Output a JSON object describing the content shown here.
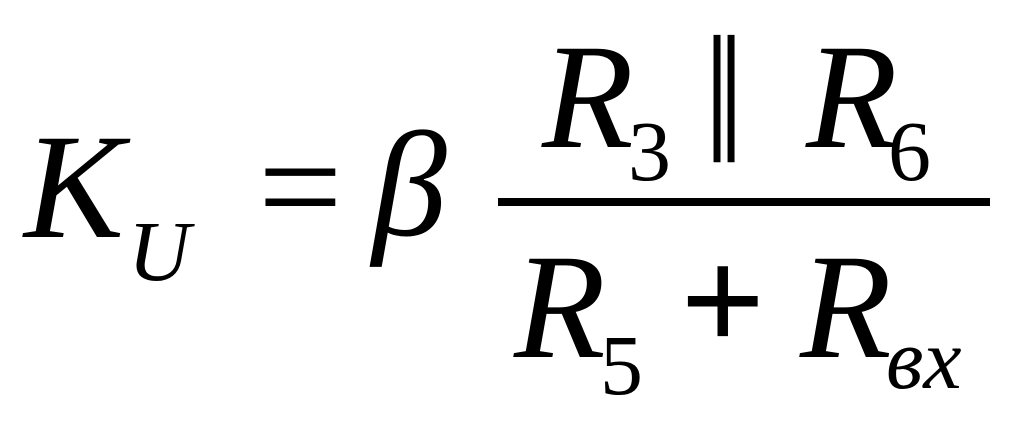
{
  "formula": {
    "lhs": {
      "symbol": "K",
      "subscript": "U"
    },
    "equals": "=",
    "coefficient": "β",
    "numerator": {
      "left": {
        "symbol": "R",
        "subscript": "3"
      },
      "operator": "||",
      "right": {
        "symbol": "R",
        "subscript": "6"
      }
    },
    "denominator": {
      "left": {
        "symbol": "R",
        "subscript": "5"
      },
      "operator": "+",
      "right": {
        "symbol": "R",
        "subscript": "вх"
      }
    }
  }
}
